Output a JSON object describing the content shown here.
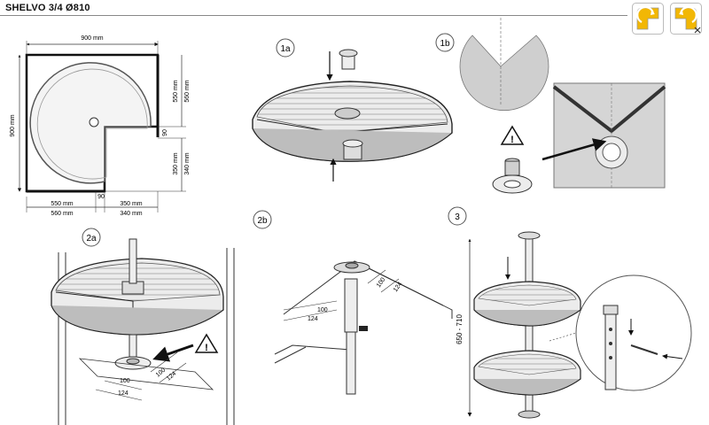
{
  "header": {
    "title": "SHELVO 3/4 Ø810"
  },
  "icons": {
    "rotate_left": "corner-rotate-left-icon",
    "rotate_right": "corner-rotate-right-icon",
    "accent_color": "#f2b705"
  },
  "plan": {
    "width_top": "900 mm",
    "height_left": "900 mm",
    "right_upper_a": "550 mm",
    "right_upper_b": "560 mm",
    "notch": "90",
    "right_lower_a": "350 mm",
    "right_lower_b": "340 mm",
    "bottom_left_a": "550 mm",
    "bottom_left_b": "560 mm",
    "bottom_notch": "90",
    "bottom_right_a": "350 mm",
    "bottom_right_b": "340 mm"
  },
  "steps": {
    "s1a": "1a",
    "s1b": "1b",
    "s2a": "2a",
    "s2b": "2b",
    "s3": "3"
  },
  "dims": {
    "d100_2a": "100",
    "d124_2a": "124",
    "d100b_2a": "100",
    "d124b_2a": "124",
    "d100_2b": "100",
    "d124_2b": "124",
    "d100b_2b": "100",
    "d124b_2b": "124",
    "height_range": "650 - 710"
  }
}
